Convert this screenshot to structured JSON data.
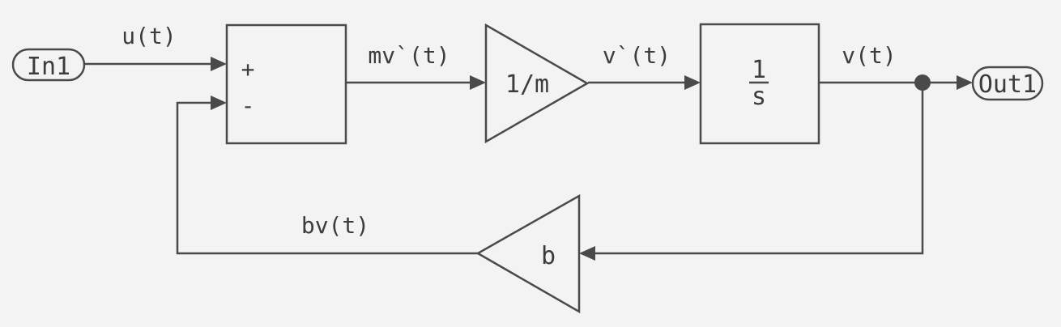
{
  "ports": {
    "input": "In1",
    "output": "Out1"
  },
  "sum_block": {
    "plus_sign": "+",
    "minus_sign": "-"
  },
  "gain_mass": {
    "label": "1/m"
  },
  "integrator": {
    "numerator": "1",
    "denominator": "s"
  },
  "gain_damping": {
    "label": "b"
  },
  "signals": {
    "input": "u(t)",
    "sum_out": "mv`(t)",
    "accel": "v`(t)",
    "velocity": "v(t)",
    "feedback": "bv(t)"
  },
  "colors": {
    "line": "#4a4a4a",
    "background": "#f3f3f3",
    "text": "#3c3c3c"
  }
}
